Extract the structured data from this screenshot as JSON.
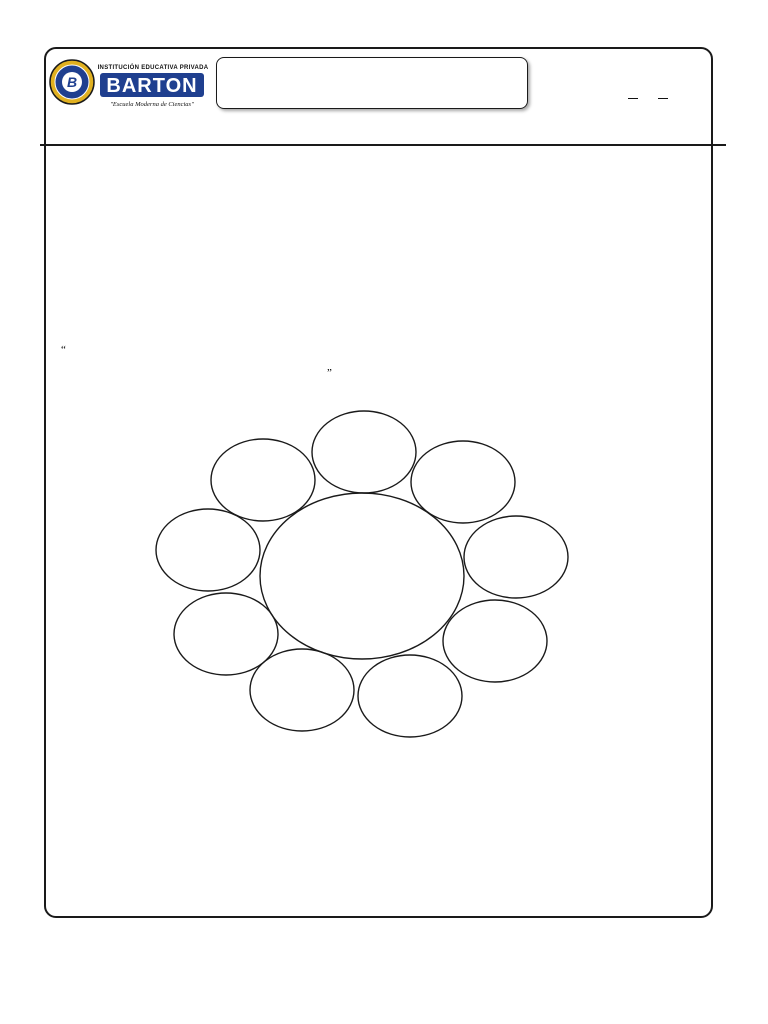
{
  "header": {
    "logo": {
      "top_text": "INSTITUCIÓN EDUCATIVA PRIVADA",
      "name": "BARTON",
      "motto": "\"Escuela Moderna de Ciencias\"",
      "emblem_letter": "B"
    },
    "title_box_text": "",
    "blanks": [
      "_",
      "_"
    ]
  },
  "body": {
    "open_quote": "“",
    "close_quote": "”"
  },
  "diagram": {
    "type": "circle-map",
    "center_text": "",
    "outer_circles": [
      "",
      "",
      "",
      "",
      "",
      "",
      "",
      ""
    ]
  },
  "colors": {
    "stroke": "#1a1a1a",
    "logo_blue": "#1f3f8f",
    "logo_gold": "#e0b020"
  }
}
